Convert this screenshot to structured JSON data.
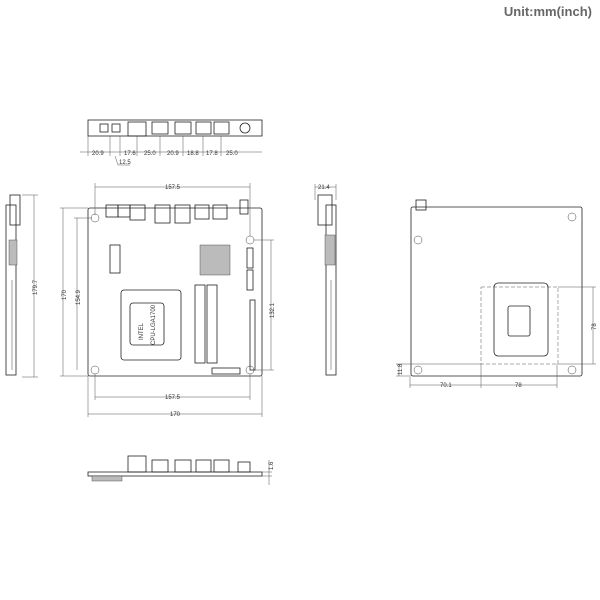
{
  "unit_label": "Unit:mm(inch)",
  "front_view": {
    "dims": [
      "20.9",
      "17.6",
      "25.0",
      "20.9",
      "18.8",
      "17.8",
      "25.0"
    ],
    "sub_dim": "12.5"
  },
  "top_view": {
    "width_top": "157.5",
    "width_bottom": "157.5",
    "width_total": "170",
    "height_total": "170",
    "height_holes": "154.9",
    "height_right": "132.1",
    "cpu_labels": [
      "INTEL",
      "CPU-LGA1700"
    ]
  },
  "left_side_view": {
    "height": "179.7"
  },
  "right_side_view": {
    "depth": "21.4"
  },
  "rear_view": {
    "dim_x1": "70.1",
    "dim_x2": "78",
    "dim_y": "78",
    "dim_offset": "11.8"
  },
  "bottom_side_view": {
    "thickness": "1.6"
  }
}
